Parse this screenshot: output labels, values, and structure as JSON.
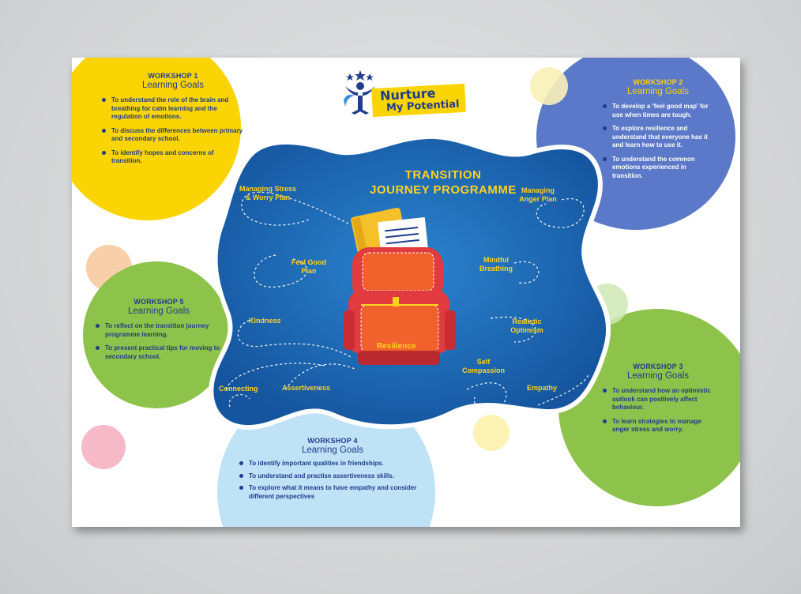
{
  "colors": {
    "yellow": "#fbd404",
    "blue_purple": "#5b79c8",
    "green": "#8dc34a",
    "light_blue": "#bfe2f7",
    "cloud_blue": "#1d62ae",
    "accent_yellow": "#ffd21f",
    "text_navy": "#1f3d8a"
  },
  "logo": {
    "line1": "Nurture",
    "line2": "My Potential"
  },
  "programme": {
    "title_line1": "TRANSITION",
    "title_line2": "JOURNEY PROGRAMME",
    "center_label": "Resilience",
    "topics": [
      "Managing Stress & Worry Plan",
      "Managing Anger Plan",
      "Feel Good Plan",
      "Mindful Breathing",
      "Kindness",
      "Realistic Optimism",
      "Connecting",
      "Assertiveness",
      "Self Compassion",
      "Empathy"
    ]
  },
  "workshops": [
    {
      "title": "WORKSHOP 1",
      "subtitle": "Learning Goals",
      "goals": [
        "To understand the role of the brain and breathing for calm learning and the regulation of emotions.",
        "To discuss the differences between primary and secondary school.",
        "To identify hopes and concerns of transition."
      ]
    },
    {
      "title": "WORKSHOP 2",
      "subtitle": "Learning Goals",
      "goals": [
        "To develop a ‘feel good map’ for use when times are tough.",
        "To explore resilience and understand that everyone has it and learn how to use it.",
        "To understand the common emotions experienced in transition."
      ]
    },
    {
      "title": "WORKSHOP 3",
      "subtitle": "Learning Goals",
      "goals": [
        "To understand how an optimistic outlook can positively affect behaviour.",
        "To learn strategies to manage anger stress and worry."
      ]
    },
    {
      "title": "WORKSHOP 4",
      "subtitle": "Learning Goals",
      "goals": [
        "To identify important qualities in friendships.",
        "To understand and practise assertiveness skills.",
        "To explore what it means to have empathy and consider different perspectives"
      ]
    },
    {
      "title": "WORKSHOP 5",
      "subtitle": "Learning Goals",
      "goals": [
        "To reflect on the transition journey programme learning.",
        "To present practical tips for moving to secondary school."
      ]
    }
  ]
}
